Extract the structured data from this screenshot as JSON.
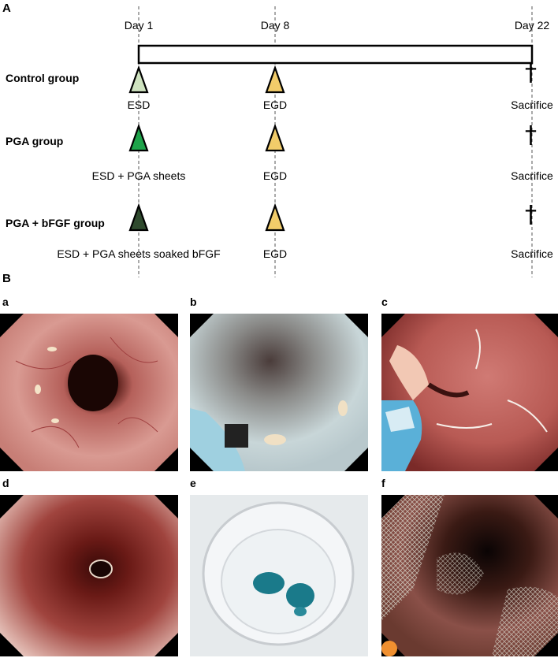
{
  "panel_a": {
    "letter": "A",
    "days": [
      {
        "label": "Day 1"
      },
      {
        "label": "Day 8"
      },
      {
        "label": "Day 22"
      }
    ],
    "groups": [
      {
        "name": "Control group",
        "events": [
          "ESD",
          "EGD",
          "Sacrifice"
        ],
        "marker_colors": [
          "#cfe3c0",
          "#f2cc6a"
        ]
      },
      {
        "name": "PGA group",
        "events": [
          "ESD + PGA sheets",
          "EGD",
          "Sacrifice"
        ],
        "marker_colors": [
          "#1ea34a",
          "#f2cc6a"
        ]
      },
      {
        "name": "PGA + bFGF group",
        "events": [
          "ESD + PGA sheets soaked bFGF",
          "EGD",
          "Sacrifice"
        ],
        "marker_colors": [
          "#2f4a2e",
          "#f2cc6a"
        ]
      }
    ],
    "sacrifice_symbol": "†"
  },
  "panel_b": {
    "letter": "B",
    "images": [
      {
        "letter": "a",
        "subject": "endoscopic-view-normal-esophagus"
      },
      {
        "letter": "b",
        "subject": "endoscopic-view-marked-lesion"
      },
      {
        "letter": "c",
        "subject": "endoscopic-view-resection"
      },
      {
        "letter": "d",
        "subject": "endoscopic-view-post-esd-ulcer"
      },
      {
        "letter": "e",
        "subject": "cup-with-blue-pga-sheets"
      },
      {
        "letter": "f",
        "subject": "endoscopic-view-pga-sheets-applied"
      }
    ]
  }
}
